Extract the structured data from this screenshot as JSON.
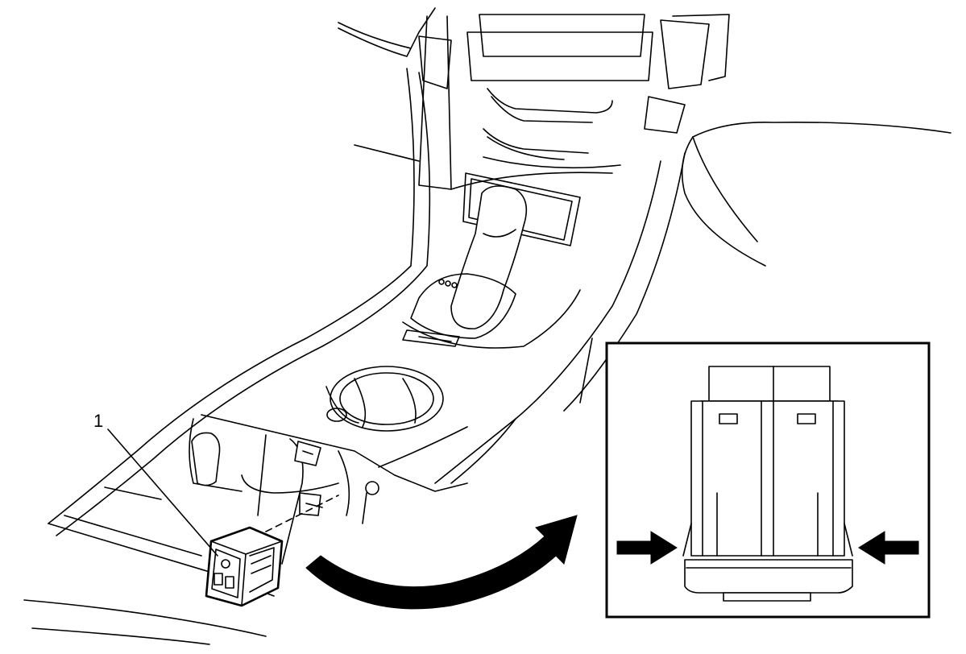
{
  "callout": {
    "number": "1"
  },
  "icons": [
    "center-console-illustration",
    "usb-port-assembly",
    "curved-arrow",
    "inset-detail-view",
    "squeeze-arrow-left",
    "squeeze-arrow-right"
  ]
}
